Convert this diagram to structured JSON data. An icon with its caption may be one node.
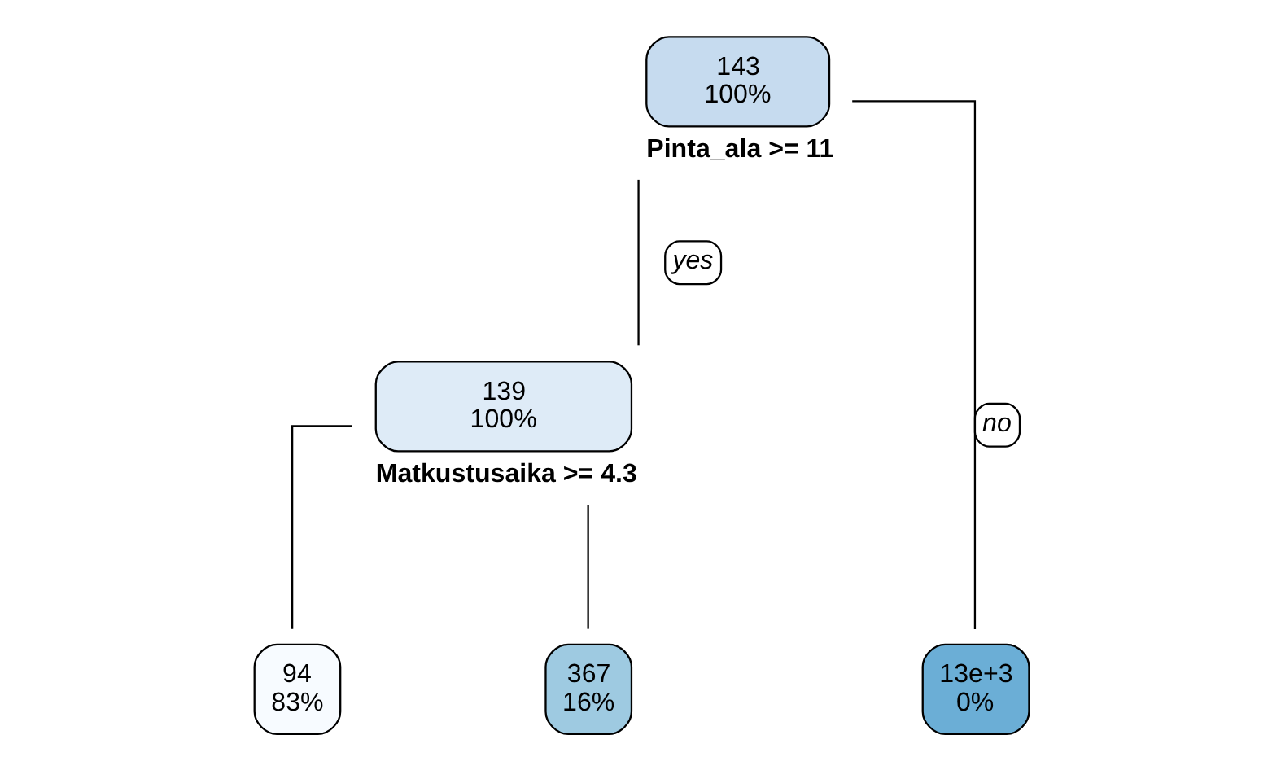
{
  "diagram": {
    "nodes": [
      {
        "text": [
          "143",
          "100%"
        ],
        "beside": [
          "Pinta_ala >= 11"
        ]
      },
      {
        "text": [
          "139",
          "100%"
        ],
        "beside": [
          "Matkustusaika >= 4.3"
        ]
      },
      {
        "text": [
          "94",
          "83%"
        ]
      },
      {
        "text": [
          "367",
          "16%"
        ]
      },
      {
        "text": [
          "13e+3",
          "0%"
        ]
      }
    ],
    "edges": [
      {
        "from": 0,
        "to": 1,
        "arrow": "none",
        "label": "yes"
      },
      {
        "from": 0,
        "to": 4,
        "arrow": "none",
        "label": "no"
      },
      {
        "from": 1,
        "to": 2,
        "arrow": "none"
      },
      {
        "from": 1,
        "to": 3,
        "arrow": "none"
      }
    ]
  }
}
